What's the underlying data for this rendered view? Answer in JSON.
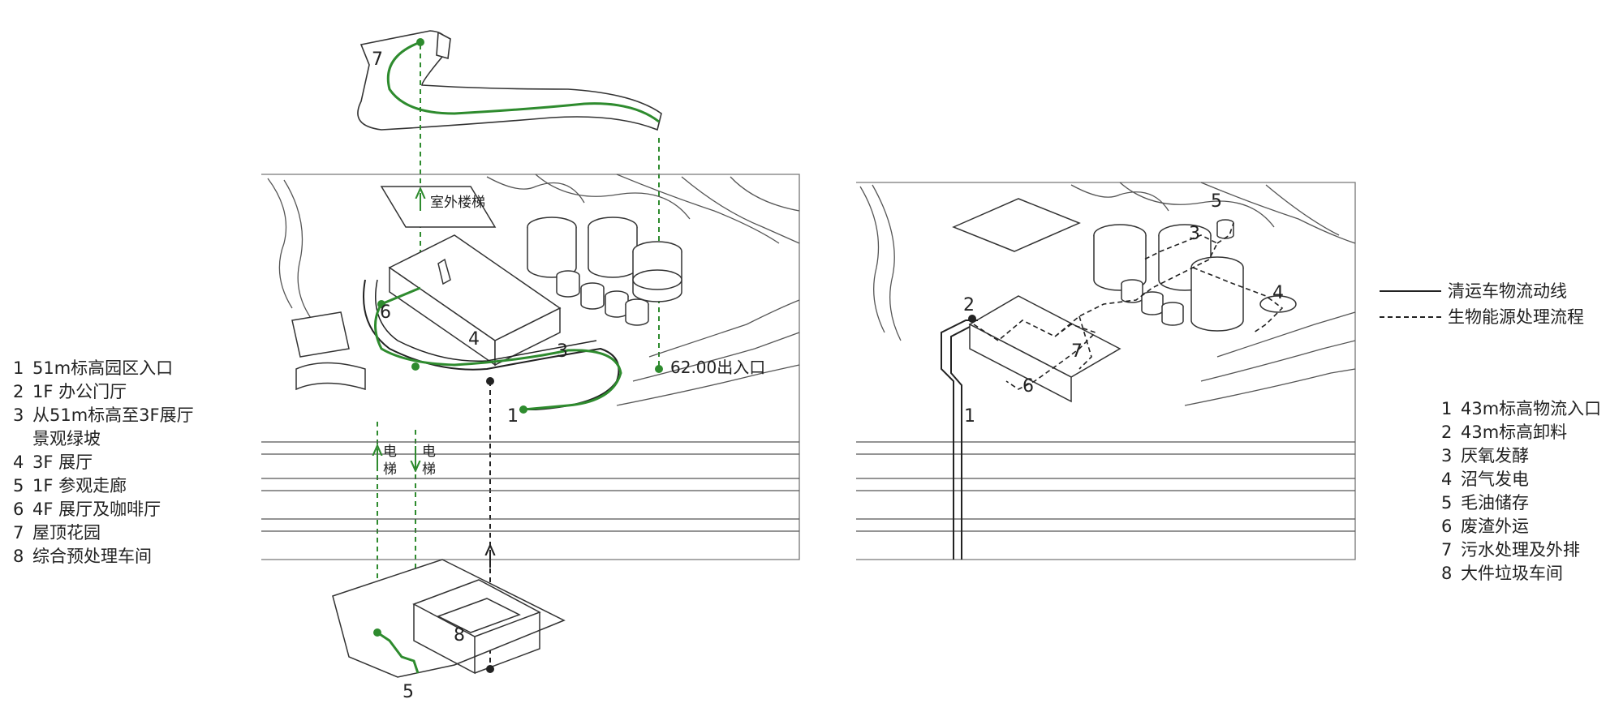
{
  "left_diagram": {
    "legend": [
      {
        "num": "1",
        "text": "51m标高园区入口"
      },
      {
        "num": "2",
        "text": "1F 办公门厅"
      },
      {
        "num": "3",
        "text": "从51m标高至3F展厅"
      },
      {
        "num": "",
        "text": "景观绿坡"
      },
      {
        "num": "4",
        "text": "3F 展厅"
      },
      {
        "num": "5",
        "text": "1F 参观走廊"
      },
      {
        "num": "6",
        "text": "4F 展厅及咖啡厅"
      },
      {
        "num": "7",
        "text": "屋顶花园"
      },
      {
        "num": "8",
        "text": "综合预处理车间"
      }
    ],
    "labels": {
      "n1": "1",
      "n3": "3",
      "n4": "4",
      "n5": "5",
      "n6": "6",
      "n7": "7",
      "n8": "8",
      "outdoor_stairs": "室外楼梯",
      "entrance": "62.00出入口",
      "elevator_a1": "电",
      "elevator_a2": "梯",
      "elevator_b1": "电",
      "elevator_b2": "梯"
    }
  },
  "right_diagram": {
    "legend": [
      {
        "num": "1",
        "text": "43m标高物流入口"
      },
      {
        "num": "2",
        "text": "43m标高卸料"
      },
      {
        "num": "3",
        "text": "厌氧发酵"
      },
      {
        "num": "4",
        "text": "沼气发电"
      },
      {
        "num": "5",
        "text": "毛油储存"
      },
      {
        "num": "6",
        "text": "废渣外运"
      },
      {
        "num": "7",
        "text": "污水处理及外排"
      },
      {
        "num": "8",
        "text": "大件垃圾车间"
      }
    ],
    "line_legend": {
      "solid": "清运车物流动线",
      "dashed": "生物能源处理流程"
    },
    "labels": {
      "n1": "1",
      "n2": "2",
      "n3": "3",
      "n4": "4",
      "n5": "5",
      "n6": "6",
      "n7": "7"
    }
  },
  "colors": {
    "green_path": "#2e8b2e",
    "line": "#3a3a3a",
    "contour": "#555555"
  }
}
